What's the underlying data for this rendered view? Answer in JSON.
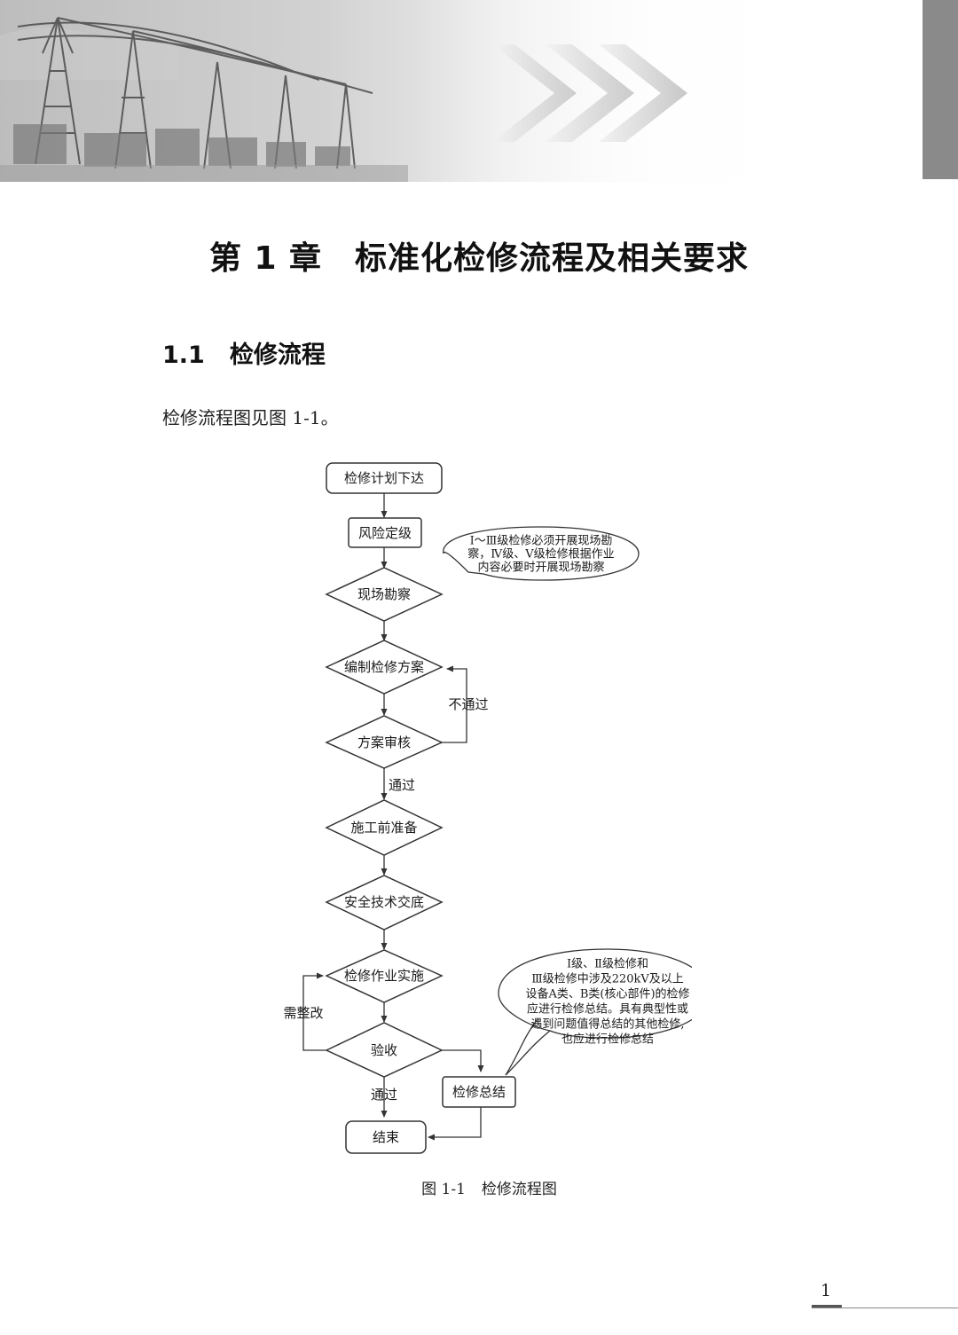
{
  "chapter": {
    "title": "第 1 章　标准化检修流程及相关要求"
  },
  "section": {
    "number": "1.1",
    "title": "检修流程"
  },
  "body": {
    "paragraph": "检修流程图见图 1-1。"
  },
  "flowchart": {
    "nodes": {
      "plan": "检修计划下达",
      "risk": "风险定级",
      "survey": "现场勘察",
      "compile": "编制检修方案",
      "review": "方案审核",
      "prepare": "施工前准备",
      "briefing": "安全技术交底",
      "implement": "检修作业实施",
      "acceptance": "验收",
      "summary": "检修总结",
      "end": "结束"
    },
    "edge_labels": {
      "fail": "不通过",
      "pass_review": "通过",
      "rectify": "需整改",
      "pass_acceptance": "通过"
    },
    "notes": {
      "survey": [
        "Ⅰ～Ⅲ级检修必须开展现场勘",
        "察，Ⅳ级、Ⅴ级检修根据作业",
        "内容必要时开展现场勘察"
      ],
      "summary": [
        "Ⅰ级、Ⅱ级检修和",
        "Ⅲ级检修中涉及220kV及以上",
        "设备A类、B类(核心部件)的检修",
        "应进行检修总结。具有典型性或",
        "遇到问题值得总结的其他检修,",
        "也应进行检修总结"
      ]
    }
  },
  "figure": {
    "number": "图 1-1",
    "title": "检修流程图"
  },
  "page": {
    "number": "1"
  },
  "colors": {
    "sidebar": "#8a8a8a",
    "stroke": "#333333",
    "arrow_light": "#d0d0d0"
  }
}
